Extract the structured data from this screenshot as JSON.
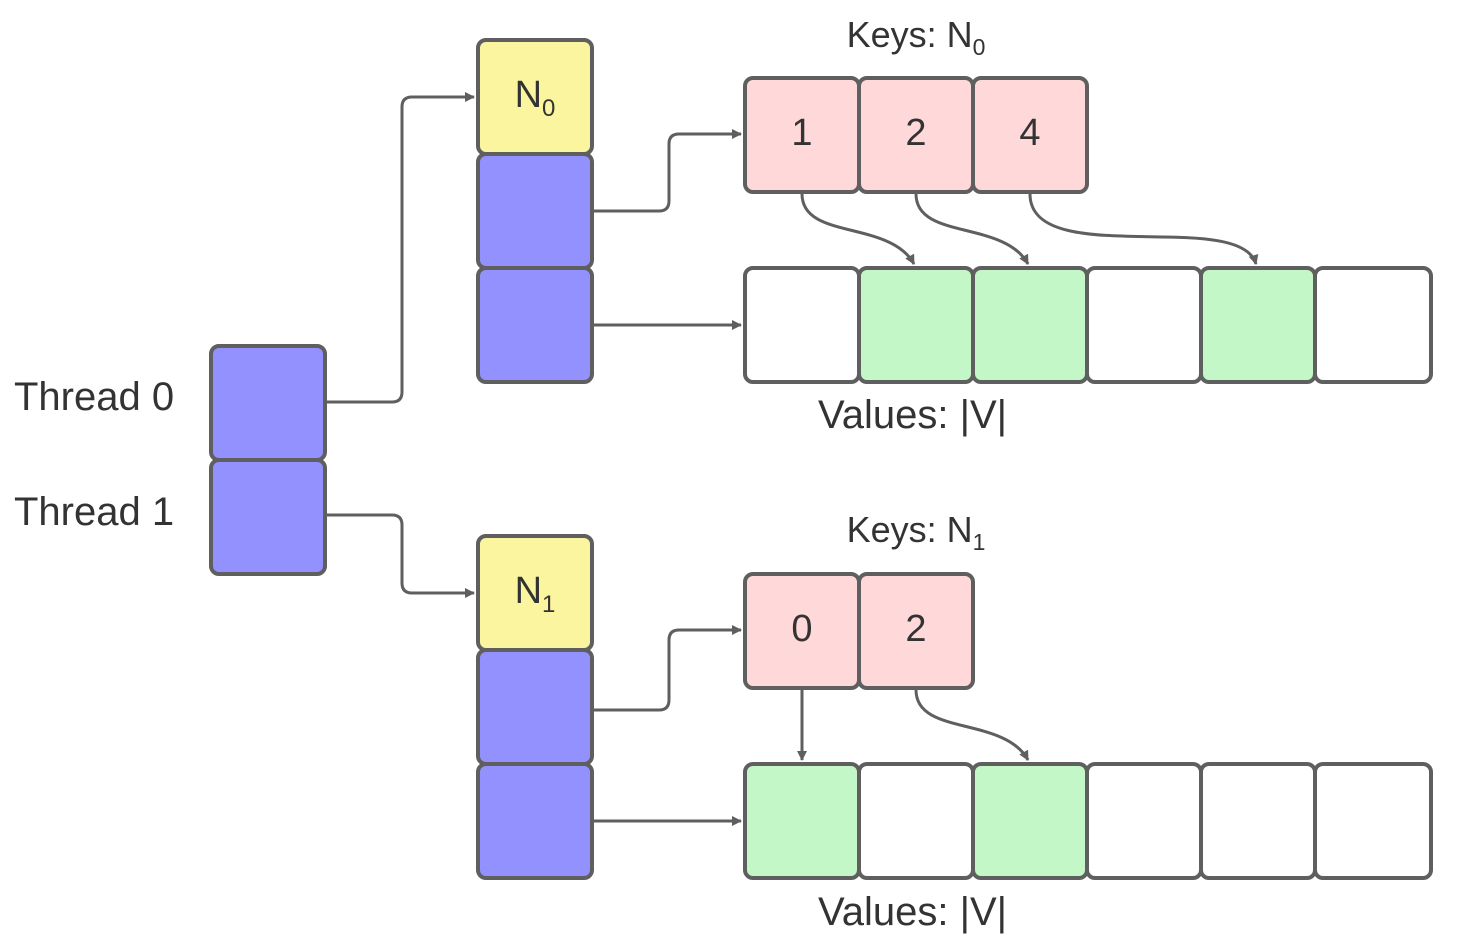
{
  "colors": {
    "stroke": "#5f5f5f",
    "thread_cell": "#9391fe",
    "header_cell": "#fcf59f",
    "key_cell": "#ffd8d9",
    "value_hit": "#c4f7c8",
    "value_empty": "#ffffff",
    "text": "#333333"
  },
  "threads": {
    "labels": [
      "Thread 0",
      "Thread 1"
    ]
  },
  "groups": [
    {
      "header": {
        "main": "N",
        "sub": "0"
      },
      "keys_label": {
        "prefix": "Keys: N",
        "sub": "0"
      },
      "keys": [
        "1",
        "2",
        "4"
      ],
      "values_label": "Values: |V|",
      "values_filled": [
        false,
        true,
        true,
        false,
        true,
        false
      ]
    },
    {
      "header": {
        "main": "N",
        "sub": "1"
      },
      "keys_label": {
        "prefix": "Keys: N",
        "sub": "1"
      },
      "keys": [
        "0",
        "2"
      ],
      "values_label": "Values: |V|",
      "values_filled": [
        true,
        false,
        true,
        false,
        false,
        false
      ]
    }
  ]
}
